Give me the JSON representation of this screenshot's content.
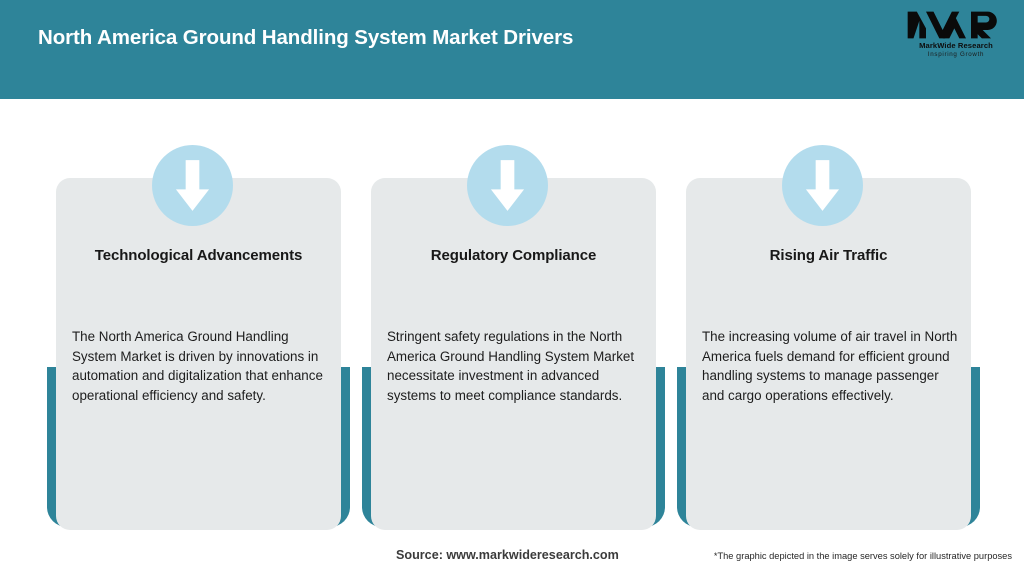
{
  "header": {
    "title": "North America Ground Handling System Market Drivers",
    "background_color": "#2e8499",
    "title_color": "#ffffff"
  },
  "logo": {
    "mark": "MWR",
    "name": "MarkWide Research",
    "tagline": "Inspiring Growth"
  },
  "theme": {
    "accent_teal": "#2e8499",
    "panel_grey": "#e6e9ea",
    "badge_blue": "#b3dced",
    "arrow_white": "#ffffff"
  },
  "cards": [
    {
      "icon": "arrow-down-icon",
      "title": "Technological Advancements",
      "body": "The North America Ground Handling System Market is driven by innovations in automation and digitalization that enhance operational efficiency and safety."
    },
    {
      "icon": "arrow-down-icon",
      "title": "Regulatory Compliance",
      "body": "Stringent safety regulations in the North America Ground Handling System Market necessitate investment in advanced systems to meet compliance standards."
    },
    {
      "icon": "arrow-down-icon",
      "title": "Rising Air Traffic",
      "body": "The increasing volume of air travel in North America fuels demand for efficient ground handling systems to manage passenger and cargo operations effectively."
    }
  ],
  "footer": {
    "source": "Source: www.markwideresearch.com",
    "note": "*The graphic depicted in the image serves solely for illustrative purposes"
  }
}
